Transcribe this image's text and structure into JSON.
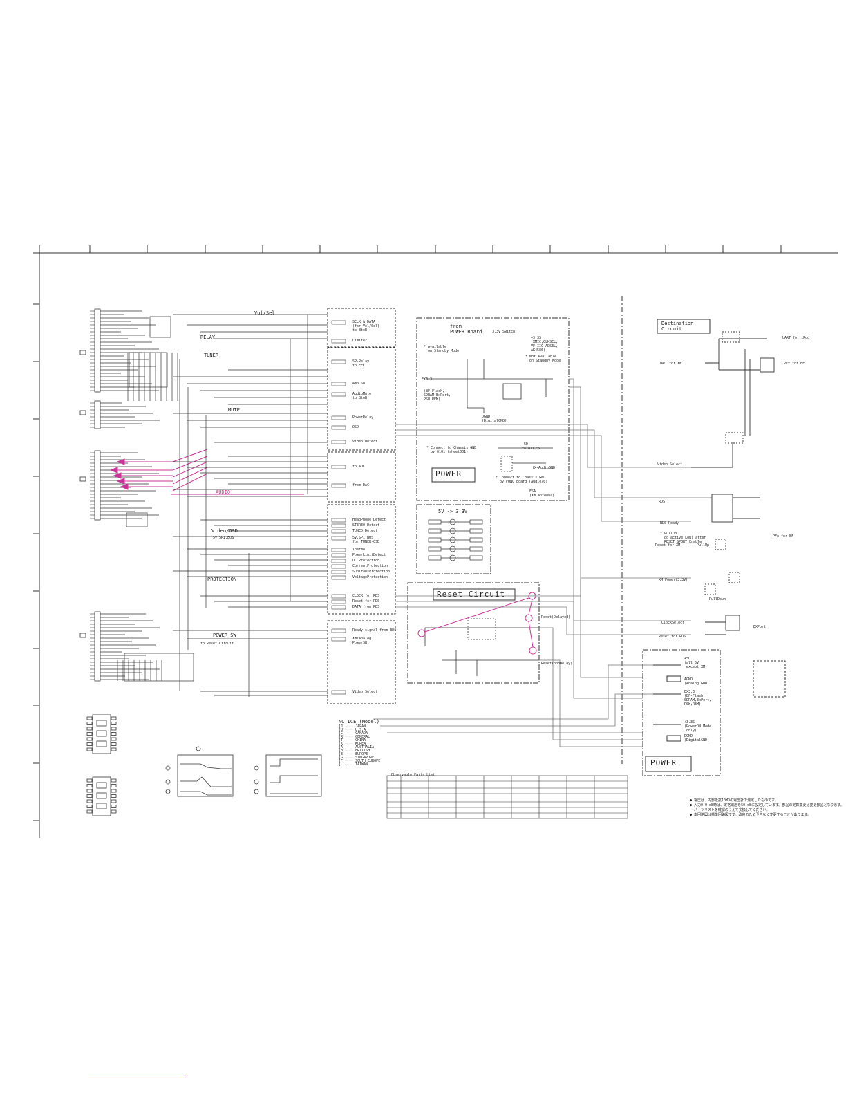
{
  "frame": {
    "column_ticks": 14,
    "row_ticks": 10
  },
  "left_section_labels": {
    "vol_sel": "Vol/Sel",
    "relay": "RELAY",
    "tuner": "TUNER",
    "mute": "MUTE",
    "audio": "AUDIO",
    "video_osd": "Video/OSD",
    "fbus": "5V,SPI,BUS",
    "protection": "PROTECTION",
    "power_sw": "POWER SW",
    "to_reset": "to Reset Circuit"
  },
  "interface_blocks": [
    {
      "lines": [
        "SCLK & DATA",
        "(for Vol/Sel)",
        "to BtoB"
      ]
    },
    {
      "lines": [
        "Limiter"
      ]
    },
    {
      "lines": [
        "SP-Relay",
        "to FFC"
      ]
    },
    {
      "lines": [
        "Amp SW"
      ]
    },
    {
      "lines": [
        "AudioMute",
        "to BtoB"
      ]
    },
    {
      "lines": [
        "PowerRelay"
      ]
    },
    {
      "lines": [
        "OSD"
      ]
    },
    {
      "lines": [
        "Video Detect"
      ]
    },
    {
      "lines": [
        "to ADC"
      ]
    },
    {
      "lines": [
        "from DAC"
      ]
    },
    {
      "lines": [
        "HeadPhone Detect"
      ]
    },
    {
      "lines": [
        "STEREO Detect"
      ]
    },
    {
      "lines": [
        "TUNED Detect"
      ]
    },
    {
      "lines": [
        "5V,SPI,BUS",
        "for TUNER-OSD"
      ]
    },
    {
      "lines": [
        "Thermo"
      ]
    },
    {
      "lines": [
        "PowerLimitDetect"
      ]
    },
    {
      "lines": [
        "DC Protection"
      ]
    },
    {
      "lines": [
        "CurrentProtection"
      ]
    },
    {
      "lines": [
        "SubTransProtection"
      ]
    },
    {
      "lines": [
        "VoltageProtection"
      ]
    },
    {
      "lines": [
        "CLOCK for RDS"
      ]
    },
    {
      "lines": [
        "Reset for RDS"
      ]
    },
    {
      "lines": [
        "DATA from RDS"
      ]
    },
    {
      "lines": [
        "Ready signal from RDS"
      ]
    },
    {
      "lines": [
        "XM/Analog",
        "PowerSW"
      ]
    },
    {
      "lines": [
        "Video Select"
      ]
    }
  ],
  "power_block": {
    "from_power_board": "from\nPOWER Board",
    "switch_33": "3.3V Switch",
    "available": "* Available\n  on Standby Mode",
    "ex33": "EX3.3",
    "not_available": "* Not Available\n  on Standby Mode",
    "plus33": "+3.3S\n(XMIC,CLKSEL,\nVF,IIC-ADSEL,\nAK4586)",
    "bf_flash": "(BF-Flash,\nSDRAM,ExPort,\nPSW,REM)",
    "dgnd": "DGND\n(DigitalGND)",
    "connect_chassis_1": "* Connect to Chassis GND\n  by 0101 (sheet001)",
    "plus5": "+5D\nto all 5V",
    "agnd": "(X-AudioGND)",
    "connect_chassis_2": "* Connect to Chassis GND\n  by FUNC Board (Audio/0)",
    "fsa": "FSA\n(XM Antenna)",
    "title": "POWER"
  },
  "regulator": {
    "title": "5V -> 3.3V"
  },
  "reset_block": {
    "title": "Reset Circuit",
    "delayed": "Reset(Delayed)",
    "non_delay": "Reset(nonDelay)"
  },
  "right_section": {
    "destination_title": "Destination\nCircuit",
    "uart_ipod": "UART for iPod",
    "uart_xm": "UART for XM",
    "pfx_bf": "PFx for BF",
    "video_select": "Video Select",
    "rds": "RDS",
    "rds_ready": "RDS Ready",
    "pfx_bf2": "PFx for BF",
    "note_pullup": "* Pullup\n  go active(Low) after\n  RESET SPORT Enable",
    "reset_xm": "Reset for XM",
    "pullup": "PullUp",
    "xm_power": "XM Power(3.3V)",
    "pulldown": "PullDown",
    "clock_select": "ClockSelect",
    "reset_rds": "Reset for RDS",
    "export": "EXPort",
    "plus5d": "+5D\n(all 5V\n except XM)",
    "agnd2": "AGND\n(Analog GND)",
    "ex33b": "EX3.3\n(BF-Flash,\nSDRAM,ExPort,\nPSW,REM)",
    "plus33b": "+3.3S\n(PowerON Mode\n only)",
    "dgnd2": "DGND\n(DigitalGND)",
    "power_title": "POWER"
  },
  "notice": {
    "title": "NOTICE (Model)",
    "items": [
      "[J]---- JAPAN",
      "[U]---- U.S.A",
      "[C]---- CANADA",
      "[R]---- GENERAL",
      "[T]---- CHINA",
      "[K]---- KOREA",
      "[A]---- AUSTRALIA",
      "[B]---- BRITISH",
      "[E]---- EUROPE",
      "[G]---- SINGAPORE",
      "[F]---- SOUTH EUROPE",
      "[L]---- TAIWAN"
    ]
  },
  "parts_list_title": "Observable Parts List",
  "japanese_notes": [
    "● 電圧は、内部抵抗10MΩの電圧計で測定したものです。",
    "● 入力0.0 dB時は、定格電圧を50 dBに設定しています。部品の定数変更は変更部品となります。",
    "  パーツリストを確認のうえで交換してください。",
    "● 本回路図は標準回路図です。改良のため予告なく変更することがあります。"
  ],
  "colors": {
    "line": "#333333",
    "magenta": "#cc3399",
    "gray_line": "#777777",
    "link": "#2244cc"
  }
}
